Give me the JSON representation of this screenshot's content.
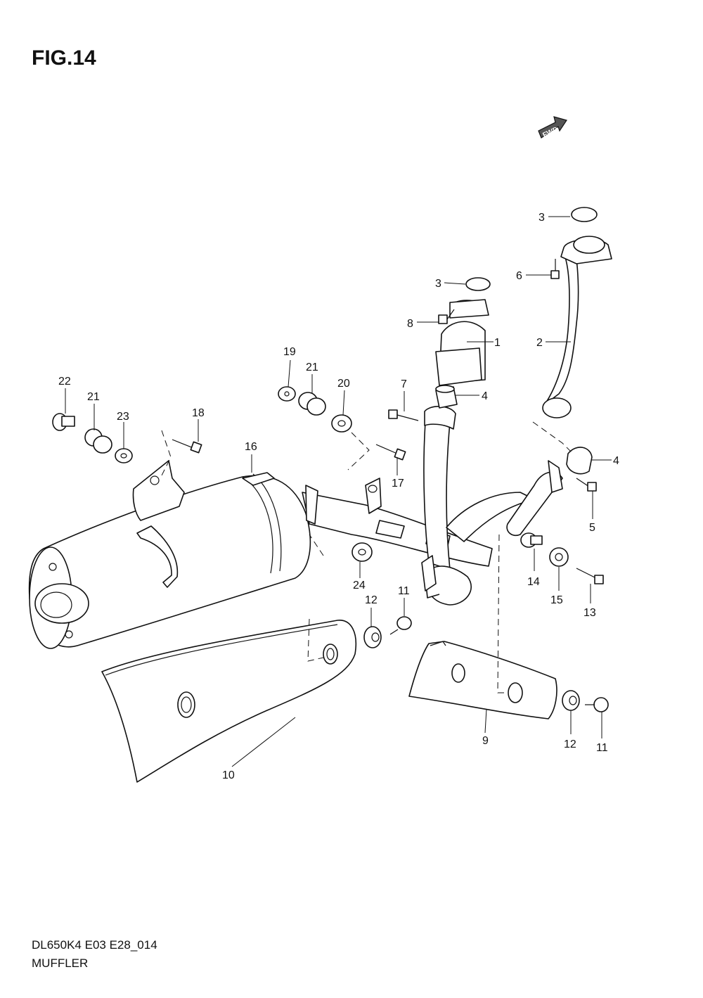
{
  "figure": {
    "title": "FIG.14"
  },
  "fwd_badge": {
    "label": "FWD"
  },
  "footer": {
    "model_code": "DL650K4 E03 E28_014",
    "section_name": "MUFFLER"
  },
  "callouts": [
    {
      "id": "c1",
      "label": "1"
    },
    {
      "id": "c2",
      "label": "2"
    },
    {
      "id": "c3a",
      "label": "3"
    },
    {
      "id": "c3b",
      "label": "3"
    },
    {
      "id": "c4a",
      "label": "4"
    },
    {
      "id": "c4b",
      "label": "4"
    },
    {
      "id": "c5",
      "label": "5"
    },
    {
      "id": "c6",
      "label": "6"
    },
    {
      "id": "c7",
      "label": "7"
    },
    {
      "id": "c8",
      "label": "8"
    },
    {
      "id": "c9",
      "label": "9"
    },
    {
      "id": "c10",
      "label": "10"
    },
    {
      "id": "c11a",
      "label": "11"
    },
    {
      "id": "c11b",
      "label": "11"
    },
    {
      "id": "c12a",
      "label": "12"
    },
    {
      "id": "c12b",
      "label": "12"
    },
    {
      "id": "c13",
      "label": "13"
    },
    {
      "id": "c14",
      "label": "14"
    },
    {
      "id": "c15",
      "label": "15"
    },
    {
      "id": "c16",
      "label": "16"
    },
    {
      "id": "c17",
      "label": "17"
    },
    {
      "id": "c18",
      "label": "18"
    },
    {
      "id": "c19",
      "label": "19"
    },
    {
      "id": "c20",
      "label": "20"
    },
    {
      "id": "c21a",
      "label": "21"
    },
    {
      "id": "c21b",
      "label": "21"
    },
    {
      "id": "c22",
      "label": "22"
    },
    {
      "id": "c23",
      "label": "23"
    },
    {
      "id": "c24",
      "label": "24"
    }
  ]
}
